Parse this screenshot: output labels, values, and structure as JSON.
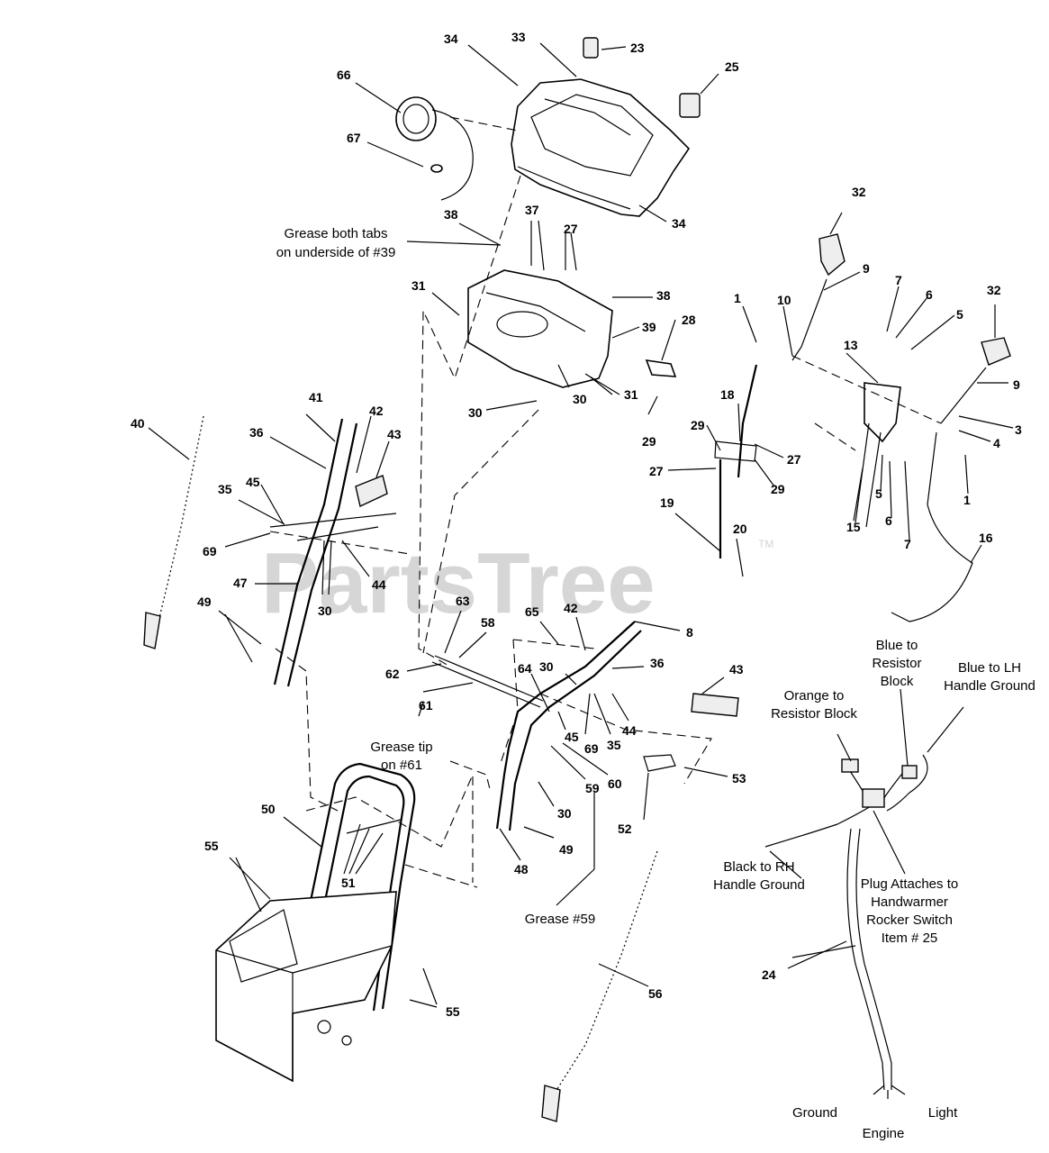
{
  "watermark": {
    "text": "PartsTree",
    "tm": "TM"
  },
  "callouts": [
    "34",
    "33",
    "23",
    "25",
    "66",
    "67",
    "34",
    "38",
    "37",
    "27",
    "31",
    "38",
    "39",
    "28",
    "32",
    "9",
    "1",
    "10",
    "7",
    "6",
    "5",
    "32",
    "13",
    "9",
    "3",
    "4",
    "1",
    "18",
    "29",
    "27",
    "27",
    "29",
    "5",
    "6",
    "7",
    "15",
    "16",
    "19",
    "20",
    "31",
    "30",
    "30",
    "29",
    "40",
    "41",
    "42",
    "43",
    "36",
    "45",
    "35",
    "69",
    "47",
    "30",
    "44",
    "49",
    "63",
    "58",
    "62",
    "61",
    "42",
    "8",
    "65",
    "64",
    "30",
    "36",
    "43",
    "45",
    "69",
    "35",
    "44",
    "59",
    "60",
    "53",
    "52",
    "30",
    "49",
    "48",
    "50",
    "51",
    "55",
    "55",
    "56",
    "24"
  ],
  "notes": {
    "grease_tabs": [
      "Grease both tabs",
      "on underside of #39"
    ],
    "grease_tip": [
      "Grease tip",
      "on #61"
    ],
    "grease_59": [
      "Grease #59"
    ],
    "blue_resistor": [
      "Blue to",
      "Resistor",
      "Block"
    ],
    "blue_lh": [
      "Blue to LH",
      "Handle Ground"
    ],
    "orange_resistor": [
      "Orange to",
      "Resistor Block"
    ],
    "black_rh": [
      "Black to RH",
      "Handle Ground"
    ],
    "plug": [
      "Plug Attaches to",
      "Handwarmer",
      "Rocker Switch",
      "Item # 25"
    ],
    "ground": [
      "Ground"
    ],
    "light": [
      "Light"
    ],
    "engine": [
      "Engine"
    ]
  }
}
